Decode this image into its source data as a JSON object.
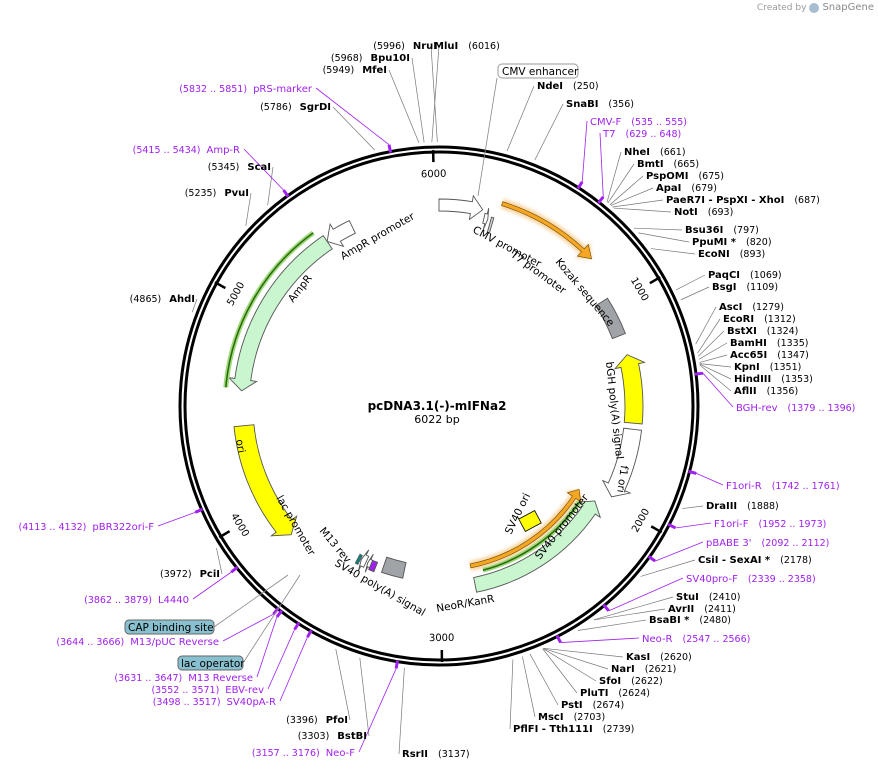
{
  "credit": {
    "prefix": "Created by",
    "brand": "SnapGene"
  },
  "plasmid": {
    "name": "pcDNA3.1(-)-mIFNa2",
    "size_label": "6022 bp",
    "length": 6022
  },
  "ticks": [
    {
      "pos": 6000,
      "label": "6000"
    },
    {
      "pos": 1000,
      "label": "1000"
    },
    {
      "pos": 2000,
      "label": "2000"
    },
    {
      "pos": 3000,
      "label": "3000"
    },
    {
      "pos": 4000,
      "label": "4000"
    },
    {
      "pos": 5000,
      "label": "5000"
    }
  ],
  "enzymes": [
    {
      "name": "NruI",
      "pos_label": "(5996)",
      "pos": 5996,
      "side": "L"
    },
    {
      "name": "Bpu10I",
      "pos_label": "(5968)",
      "pos": 5968,
      "side": "L"
    },
    {
      "name": "MfeI",
      "pos_label": "(5949)",
      "pos": 5949,
      "side": "L"
    },
    {
      "name": "MluI",
      "pos_label": "(6016)",
      "pos": 6016,
      "side": "R"
    },
    {
      "name": "NdeI",
      "pos_label": "(250)",
      "pos": 250,
      "side": "R"
    },
    {
      "name": "SnaBI",
      "pos_label": "(356)",
      "pos": 356,
      "side": "R"
    },
    {
      "name": "SgrDI",
      "pos_label": "(5786)",
      "pos": 5786,
      "side": "L"
    },
    {
      "name": "NheI",
      "pos_label": "(661)",
      "pos": 661,
      "side": "R"
    },
    {
      "name": "BmtI",
      "pos_label": "(665)",
      "pos": 665,
      "side": "R"
    },
    {
      "name": "PspOMI",
      "pos_label": "(675)",
      "pos": 675,
      "side": "R"
    },
    {
      "name": "ApaI",
      "pos_label": "(679)",
      "pos": 679,
      "side": "R"
    },
    {
      "name": "PaeR7I - PspXI - XhoI",
      "pos_label": "(687)",
      "pos": 687,
      "side": "R"
    },
    {
      "name": "NotI",
      "pos_label": "(693)",
      "pos": 693,
      "side": "R"
    },
    {
      "name": "ScaI",
      "pos_label": "(5345)",
      "pos": 5345,
      "side": "L"
    },
    {
      "name": "PvuI",
      "pos_label": "(5235)",
      "pos": 5235,
      "side": "L"
    },
    {
      "name": "Bsu36I",
      "pos_label": "(797)",
      "pos": 797,
      "side": "R"
    },
    {
      "name": "PpuMI *",
      "pos_label": "(820)",
      "pos": 820,
      "side": "R"
    },
    {
      "name": "EcoNI",
      "pos_label": "(893)",
      "pos": 893,
      "side": "R"
    },
    {
      "name": "PaqCI",
      "pos_label": "(1069)",
      "pos": 1069,
      "side": "R"
    },
    {
      "name": "BsgI",
      "pos_label": "(1109)",
      "pos": 1109,
      "side": "R"
    },
    {
      "name": "AhdI",
      "pos_label": "(4865)",
      "pos": 4865,
      "side": "L"
    },
    {
      "name": "AscI",
      "pos_label": "(1279)",
      "pos": 1279,
      "side": "R"
    },
    {
      "name": "EcoRI",
      "pos_label": "(1312)",
      "pos": 1312,
      "side": "R"
    },
    {
      "name": "BstXI",
      "pos_label": "(1324)",
      "pos": 1324,
      "side": "R"
    },
    {
      "name": "BamHI",
      "pos_label": "(1335)",
      "pos": 1335,
      "side": "R"
    },
    {
      "name": "Acc65I",
      "pos_label": "(1347)",
      "pos": 1347,
      "side": "R"
    },
    {
      "name": "KpnI",
      "pos_label": "(1351)",
      "pos": 1351,
      "side": "R"
    },
    {
      "name": "HindIII",
      "pos_label": "(1353)",
      "pos": 1353,
      "side": "R"
    },
    {
      "name": "AflII",
      "pos_label": "(1356)",
      "pos": 1356,
      "side": "R"
    },
    {
      "name": "DraIII",
      "pos_label": "(1888)",
      "pos": 1888,
      "side": "R"
    },
    {
      "name": "CsiI - SexAI *",
      "pos_label": "(2178)",
      "pos": 2178,
      "side": "R"
    },
    {
      "name": "PciI",
      "pos_label": "(3972)",
      "pos": 3972,
      "side": "L"
    },
    {
      "name": "StuI",
      "pos_label": "(2410)",
      "pos": 2410,
      "side": "R"
    },
    {
      "name": "AvrII",
      "pos_label": "(2411)",
      "pos": 2411,
      "side": "R"
    },
    {
      "name": "BsaBI *",
      "pos_label": "(2480)",
      "pos": 2480,
      "side": "R"
    },
    {
      "name": "KasI",
      "pos_label": "(2620)",
      "pos": 2620,
      "side": "R"
    },
    {
      "name": "NarI",
      "pos_label": "(2621)",
      "pos": 2621,
      "side": "R"
    },
    {
      "name": "SfoI",
      "pos_label": "(2622)",
      "pos": 2622,
      "side": "R"
    },
    {
      "name": "PluTI",
      "pos_label": "(2624)",
      "pos": 2624,
      "side": "R"
    },
    {
      "name": "PstI",
      "pos_label": "(2674)",
      "pos": 2674,
      "side": "R"
    },
    {
      "name": "MscI",
      "pos_label": "(2703)",
      "pos": 2703,
      "side": "R"
    },
    {
      "name": "PflFI - Tth111I",
      "pos_label": "(2739)",
      "pos": 2739,
      "side": "R"
    },
    {
      "name": "PfoI",
      "pos_label": "(3396)",
      "pos": 3396,
      "side": "L"
    },
    {
      "name": "BstBI",
      "pos_label": "(3303)",
      "pos": 3303,
      "side": "L"
    },
    {
      "name": "RsrII",
      "pos_label": "(3137)",
      "pos": 3137,
      "side": "R"
    }
  ],
  "primers": [
    {
      "name": "pRS-marker",
      "range_label": "(5832 .. 5851)",
      "pos": 5841,
      "side": "L"
    },
    {
      "name": "Amp-R",
      "range_label": "(5415 .. 5434)",
      "pos": 5424,
      "side": "L"
    },
    {
      "name": "CMV-F",
      "range_label": "(535 .. 555)",
      "pos": 545,
      "side": "R"
    },
    {
      "name": "T7",
      "range_label": "(629 .. 648)",
      "pos": 638,
      "side": "R"
    },
    {
      "name": "BGH-rev",
      "range_label": "(1379 .. 1396)",
      "pos": 1387,
      "side": "R"
    },
    {
      "name": "F1ori-R",
      "range_label": "(1742 .. 1761)",
      "pos": 1751,
      "side": "R"
    },
    {
      "name": "F1ori-F",
      "range_label": "(1952 .. 1973)",
      "pos": 1962,
      "side": "R"
    },
    {
      "name": "pBR322ori-F",
      "range_label": "(4113 .. 4132)",
      "pos": 4122,
      "side": "L"
    },
    {
      "name": "pBABE 3'",
      "range_label": "(2092 .. 2112)",
      "pos": 2102,
      "side": "R"
    },
    {
      "name": "SV40pro-F",
      "range_label": "(2339 .. 2358)",
      "pos": 2348,
      "side": "R"
    },
    {
      "name": "L4440",
      "range_label": "(3862 .. 3879)",
      "pos": 3870,
      "side": "L"
    },
    {
      "name": "M13/pUC Reverse",
      "range_label": "(3644 .. 3666)",
      "pos": 3655,
      "side": "L"
    },
    {
      "name": "Neo-R",
      "range_label": "(2547 .. 2566)",
      "pos": 2556,
      "side": "R"
    },
    {
      "name": "M13 Reverse",
      "range_label": "(3631 .. 3647)",
      "pos": 3639,
      "side": "L"
    },
    {
      "name": "EBV-rev",
      "range_label": "(3552 .. 3571)",
      "pos": 3561,
      "side": "L"
    },
    {
      "name": "SV40pA-R",
      "range_label": "(3498 .. 3517)",
      "pos": 3507,
      "side": "L"
    },
    {
      "name": "Neo-F",
      "range_label": "(3157 .. 3176)",
      "pos": 3166,
      "side": "L"
    }
  ],
  "boxed_features": [
    {
      "name": "CMV enhancer",
      "style": "white"
    },
    {
      "name": "CAP binding site",
      "style": "blue"
    },
    {
      "name": "lac operator",
      "style": "blue"
    }
  ],
  "features": [
    {
      "name": "CMV promoter",
      "start": 0,
      "end": 210,
      "dir": 1,
      "color": "#ffffff"
    },
    {
      "name": "T7 promoter",
      "start": 225,
      "end": 245,
      "dir": 1,
      "color": "#ffffff"
    },
    {
      "name": "Kozak sequence",
      "start": 260,
      "end": 272,
      "dir": 0,
      "color": "#cfcfcf"
    },
    {
      "name": "",
      "start": 290,
      "end": 770,
      "dir": 1,
      "color": "#f5a623"
    },
    {
      "name": "bGH poly(A) signal",
      "start": 960,
      "end": 1150,
      "dir": 0,
      "color": "#a0a3a8"
    },
    {
      "name": "f1 ori",
      "start": 1250,
      "end": 1590,
      "dir": -1,
      "color": "#ffff00"
    },
    {
      "name": "SV40 promoter",
      "start": 1620,
      "end": 1970,
      "dir": 1,
      "color": "#ffffff"
    },
    {
      "name": "NeoR/KanR",
      "start": 2030,
      "end": 2820,
      "dir": -1,
      "color": "#c9f5cf"
    },
    {
      "name": "",
      "start": 2020,
      "end": 2825,
      "dir": -1,
      "color": "#f5a623"
    },
    {
      "name": "SV40 poly(A) signal",
      "start": 3210,
      "end": 3330,
      "dir": 0,
      "color": "#a0a3a8"
    },
    {
      "name": "",
      "start": 3370,
      "end": 3400,
      "dir": 0,
      "color": "#a020f0"
    },
    {
      "name": "M13 rev",
      "start": 3400,
      "end": 3420,
      "dir": 1,
      "color": "#ffffff"
    },
    {
      "name": "lac promoter",
      "start": 3430,
      "end": 3460,
      "dir": 1,
      "color": "#ffffff"
    },
    {
      "name": "",
      "start": 3465,
      "end": 3480,
      "dir": 0,
      "color": "#008b8b"
    },
    {
      "name": "ori",
      "start": 3830,
      "end": 4420,
      "dir": -1,
      "color": "#ffff00"
    },
    {
      "name": "AmpR",
      "start": 4590,
      "end": 5450,
      "dir": -1,
      "color": "#c9f5cf"
    },
    {
      "name": "AmpR promoter",
      "start": 5450,
      "end": 5590,
      "dir": -1,
      "color": "#ffffff"
    }
  ],
  "sv40_ori": {
    "name": "SV40 ori",
    "color": "#ffff00"
  }
}
